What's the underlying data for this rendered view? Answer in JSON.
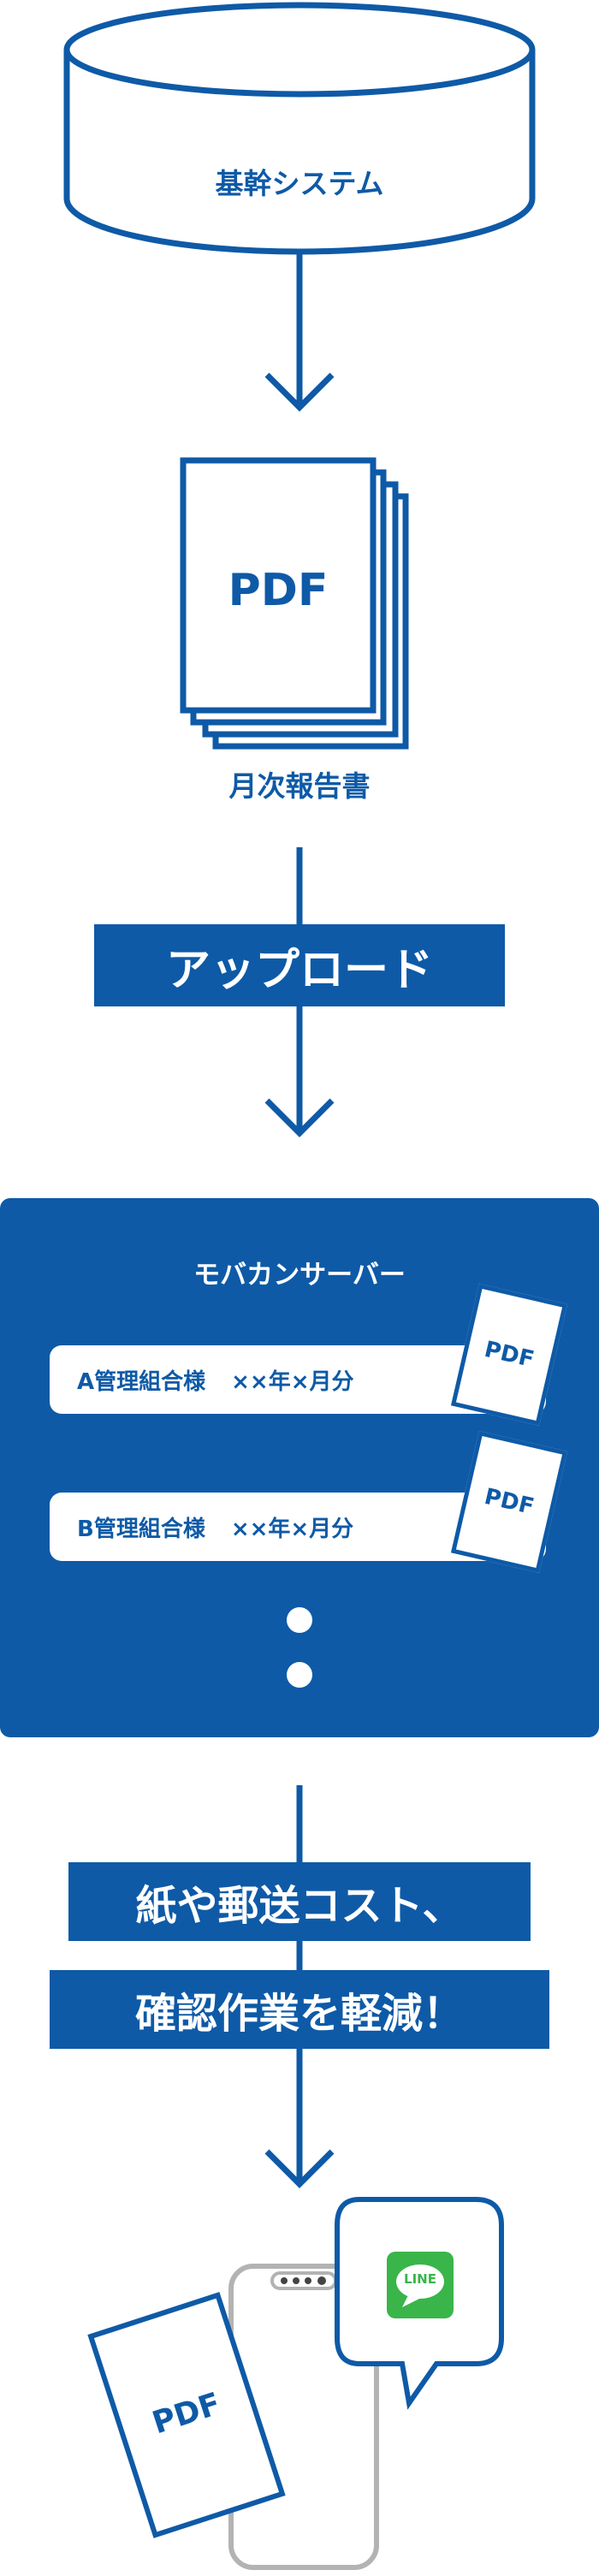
{
  "database": {
    "label": "基幹システム"
  },
  "pdf_stack": {
    "pdf_text": "PDF",
    "label": "月次報告書"
  },
  "upload": {
    "label": "アップロード"
  },
  "server": {
    "title": "モバカンサーバー",
    "rows": [
      {
        "prefix": "A管理組合様",
        "suffix": "××年×月分",
        "pdf_text": "PDF"
      },
      {
        "prefix": "B管理組合様",
        "suffix": "××年×月分",
        "pdf_text": "PDF"
      }
    ]
  },
  "benefit": {
    "line1": "紙や郵送コスト、",
    "line2": "確認作業を軽減！"
  },
  "phone": {
    "pdf_text": "PDF",
    "line_logo_text": "LINE"
  },
  "colors": {
    "primary": "#0e5aa7",
    "line_green": "#39b54a",
    "phone_gray": "#b3b3b3"
  }
}
